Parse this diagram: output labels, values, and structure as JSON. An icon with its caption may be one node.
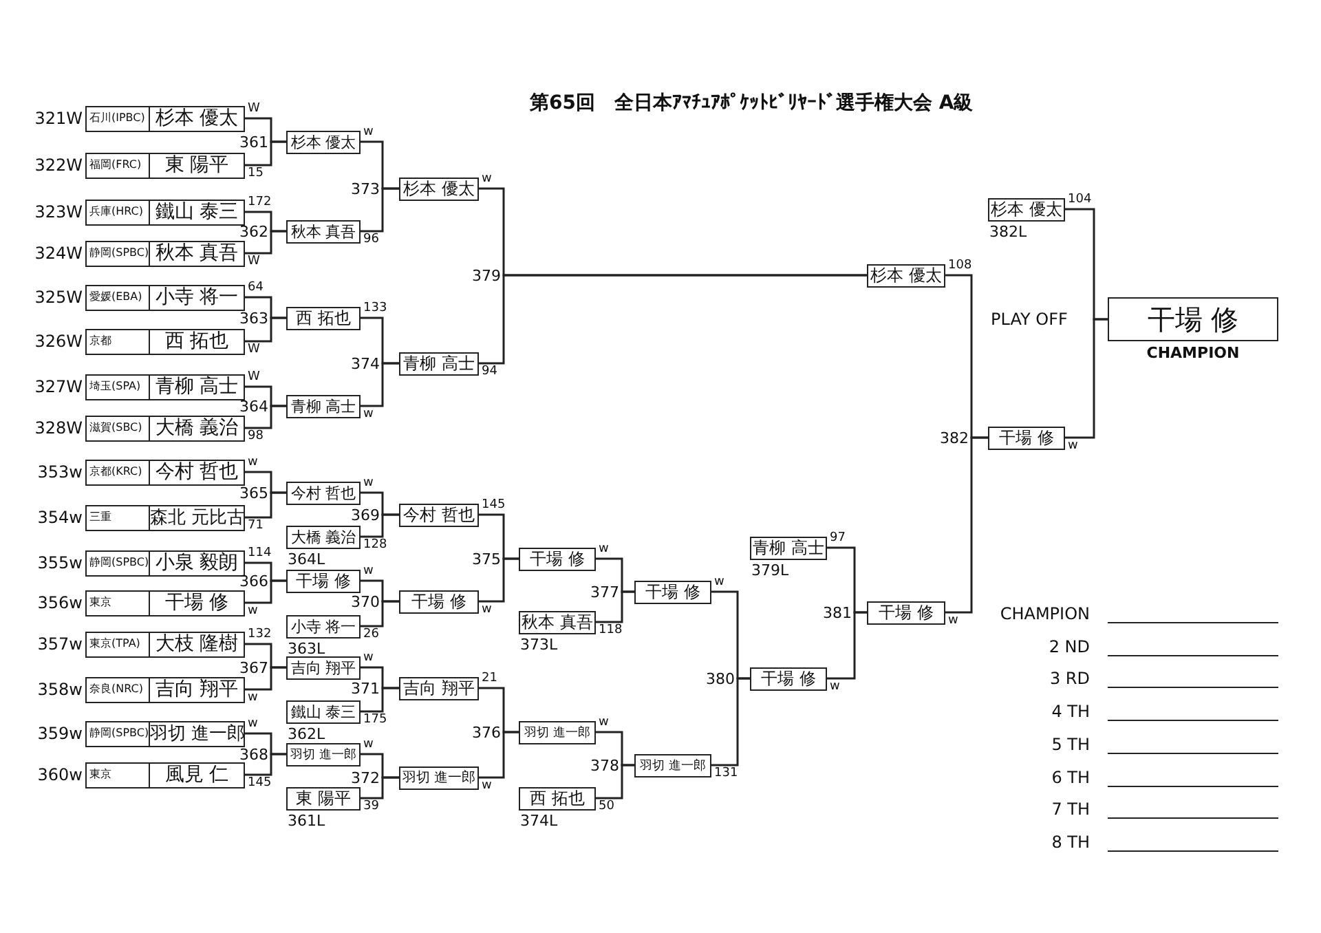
{
  "diagram": {
    "title": "第65回　全日本ｱﾏﾁｭｱﾎﾟｹｯﾄﾋﾞﾘﾔｰﾄﾞ選手権大会 A級",
    "nodes": [
      {
        "text": [
          "石川(IPBC)",
          "杉本 優太"
        ],
        "beside": [
          "321W",
          "W"
        ]
      },
      {
        "text": [
          "福岡(FRC)",
          "東 陽平"
        ],
        "beside": [
          "322W",
          "15"
        ]
      },
      {
        "text": [
          "兵庫(HRC)",
          "鐵山 泰三"
        ],
        "beside": [
          "323W",
          "172"
        ]
      },
      {
        "text": [
          "静岡(SPBC)",
          "秋本 真吾"
        ],
        "beside": [
          "324W",
          "W"
        ]
      },
      {
        "text": [
          "愛媛(EBA)",
          "小寺 将一"
        ],
        "beside": [
          "325W",
          "64"
        ]
      },
      {
        "text": [
          "京都",
          "西 拓也"
        ],
        "beside": [
          "326W",
          "W"
        ]
      },
      {
        "text": [
          "埼玉(SPA)",
          "青柳 高士"
        ],
        "beside": [
          "327W",
          "W"
        ]
      },
      {
        "text": [
          "滋賀(SBC)",
          "大橋 義治"
        ],
        "beside": [
          "328W",
          "98"
        ]
      },
      {
        "text": [
          "京都(KRC)",
          "今村 哲也"
        ],
        "beside": [
          "353w",
          "w"
        ]
      },
      {
        "text": [
          "三重",
          "森北 元比古"
        ],
        "beside": [
          "354w",
          "71"
        ]
      },
      {
        "text": [
          "静岡(SPBC)",
          "小泉 毅朗"
        ],
        "beside": [
          "355w",
          "114"
        ]
      },
      {
        "text": [
          "東京",
          "干場 修"
        ],
        "beside": [
          "356w",
          "w"
        ]
      },
      {
        "text": [
          "東京(TPA)",
          "大枝 隆樹"
        ],
        "beside": [
          "357w",
          "132"
        ]
      },
      {
        "text": [
          "奈良(NRC)",
          "吉向 翔平"
        ],
        "beside": [
          "358w",
          "w"
        ]
      },
      {
        "text": [
          "静岡(SPBC)",
          "羽切 進一郎"
        ],
        "beside": [
          "359w",
          "w"
        ]
      },
      {
        "text": [
          "東京",
          "風見 仁"
        ],
        "beside": [
          "360w",
          "145"
        ]
      },
      {
        "text": [
          "杉本 優太"
        ],
        "beside": [
          "w"
        ]
      },
      {
        "text": [
          "秋本 真吾"
        ],
        "beside": [
          "96"
        ]
      },
      {
        "text": [
          "西 拓也"
        ],
        "beside": [
          "133"
        ]
      },
      {
        "text": [
          "青柳 高士"
        ],
        "beside": [
          "w"
        ]
      },
      {
        "text": [
          "今村 哲也"
        ],
        "beside": [
          "w"
        ]
      },
      {
        "text": [
          "大橋 義治"
        ],
        "beside": [
          "128",
          "364L"
        ]
      },
      {
        "text": [
          "干場 修"
        ],
        "beside": [
          "w"
        ]
      },
      {
        "text": [
          "小寺 将一"
        ],
        "beside": [
          "26",
          "363L"
        ]
      },
      {
        "text": [
          "吉向 翔平"
        ],
        "beside": [
          "w"
        ]
      },
      {
        "text": [
          "鐵山 泰三"
        ],
        "beside": [
          "175",
          "362L"
        ]
      },
      {
        "text": [
          "羽切 進一郎"
        ],
        "beside": [
          "w"
        ]
      },
      {
        "text": [
          "東 陽平"
        ],
        "beside": [
          "39",
          "361L"
        ]
      },
      {
        "text": [
          "杉本 優太"
        ],
        "beside": [
          "w"
        ]
      },
      {
        "text": [
          "青柳 高士"
        ],
        "beside": [
          "94"
        ]
      },
      {
        "text": [
          "今村 哲也"
        ],
        "beside": [
          "145"
        ]
      },
      {
        "text": [
          "干場 修"
        ],
        "beside": [
          "w"
        ]
      },
      {
        "text": [
          "吉向 翔平"
        ],
        "beside": [
          "21"
        ]
      },
      {
        "text": [
          "羽切 進一郎"
        ],
        "beside": [
          "w"
        ]
      },
      {
        "text": [
          "干場 修"
        ],
        "beside": [
          "w"
        ]
      },
      {
        "text": [
          "秋本 真吾"
        ],
        "beside": [
          "118",
          "373L"
        ]
      },
      {
        "text": [
          "羽切 進一郎"
        ],
        "beside": [
          "w"
        ]
      },
      {
        "text": [
          "西 拓也"
        ],
        "beside": [
          "50",
          "374L"
        ]
      },
      {
        "text": [
          "干場 修"
        ],
        "beside": [
          "w"
        ]
      },
      {
        "text": [
          "羽切 進一郎"
        ],
        "beside": [
          "131"
        ]
      },
      {
        "text": [
          "青柳 高士"
        ],
        "beside": [
          "97",
          "379L"
        ]
      },
      {
        "text": [
          "干場 修"
        ],
        "beside": [
          "w"
        ]
      },
      {
        "text": [
          "杉本 優太"
        ],
        "beside": [
          "108"
        ]
      },
      {
        "text": [
          "干場 修"
        ],
        "beside": [
          "w"
        ]
      },
      {
        "text": [
          "杉本 優太"
        ],
        "beside": [
          "104",
          "382L"
        ]
      },
      {
        "text": [
          "干場 修"
        ],
        "beside": [
          "w"
        ]
      },
      {
        "text": [
          "干場 修"
        ],
        "beside": [
          "CHAMPION"
        ]
      }
    ],
    "edges": [
      {
        "from": 0,
        "to": 16,
        "arrow": "none"
      },
      {
        "from": 1,
        "to": 16,
        "arrow": "none"
      },
      {
        "from": 2,
        "to": 17,
        "arrow": "none"
      },
      {
        "from": 3,
        "to": 17,
        "arrow": "none"
      },
      {
        "from": 4,
        "to": 18,
        "arrow": "none"
      },
      {
        "from": 5,
        "to": 18,
        "arrow": "none"
      },
      {
        "from": 6,
        "to": 19,
        "arrow": "none"
      },
      {
        "from": 7,
        "to": 19,
        "arrow": "none"
      },
      {
        "from": 8,
        "to": 20,
        "arrow": "none"
      },
      {
        "from": 9,
        "to": 20,
        "arrow": "none"
      },
      {
        "from": 10,
        "to": 22,
        "arrow": "none"
      },
      {
        "from": 11,
        "to": 22,
        "arrow": "none"
      },
      {
        "from": 12,
        "to": 24,
        "arrow": "none"
      },
      {
        "from": 13,
        "to": 24,
        "arrow": "none"
      },
      {
        "from": 14,
        "to": 26,
        "arrow": "none"
      },
      {
        "from": 15,
        "to": 26,
        "arrow": "none"
      },
      {
        "from": 16,
        "to": 28,
        "arrow": "none"
      },
      {
        "from": 17,
        "to": 28,
        "arrow": "none"
      },
      {
        "from": 18,
        "to": 29,
        "arrow": "none"
      },
      {
        "from": 19,
        "to": 29,
        "arrow": "none"
      },
      {
        "from": 20,
        "to": 30,
        "arrow": "none"
      },
      {
        "from": 21,
        "to": 30,
        "arrow": "none"
      },
      {
        "from": 22,
        "to": 31,
        "arrow": "none"
      },
      {
        "from": 23,
        "to": 31,
        "arrow": "none"
      },
      {
        "from": 24,
        "to": 32,
        "arrow": "none"
      },
      {
        "from": 25,
        "to": 32,
        "arrow": "none"
      },
      {
        "from": 26,
        "to": 33,
        "arrow": "none"
      },
      {
        "from": 27,
        "to": 33,
        "arrow": "none"
      },
      {
        "from": 30,
        "to": 34,
        "arrow": "none"
      },
      {
        "from": 31,
        "to": 34,
        "arrow": "none"
      },
      {
        "from": 32,
        "to": 36,
        "arrow": "none"
      },
      {
        "from": 33,
        "to": 36,
        "arrow": "none"
      },
      {
        "from": 34,
        "to": 38,
        "arrow": "none"
      },
      {
        "from": 35,
        "to": 38,
        "arrow": "none"
      },
      {
        "from": 36,
        "to": 39,
        "arrow": "none"
      },
      {
        "from": 37,
        "to": 39,
        "arrow": "none"
      },
      {
        "from": 38,
        "to": 41,
        "arrow": "none"
      },
      {
        "from": 39,
        "to": 41,
        "arrow": "none"
      },
      {
        "from": 40,
        "to": 43,
        "arrow": "none"
      },
      {
        "from": 41,
        "to": 43,
        "arrow": "none"
      },
      {
        "from": 28,
        "to": 42,
        "arrow": "none"
      },
      {
        "from": 29,
        "to": 42,
        "arrow": "none"
      },
      {
        "from": 42,
        "to": 45,
        "arrow": "none"
      },
      {
        "from": 43,
        "to": 45,
        "arrow": "none"
      },
      {
        "from": 44,
        "to": 46,
        "arrow": "none"
      },
      {
        "from": 45,
        "to": 46,
        "arrow": "none"
      }
    ],
    "labels": [
      "361",
      "362",
      "363",
      "364",
      "365",
      "366",
      "367",
      "368",
      "373",
      "374",
      "369",
      "370",
      "371",
      "372",
      "375",
      "376",
      "377",
      "378",
      "380",
      "379",
      "381",
      "382",
      "PLAY OFF",
      "CHAMPION",
      "2 ND",
      "3 RD",
      "4 TH",
      "5 TH",
      "6 TH",
      "7 TH",
      "8 TH"
    ]
  }
}
